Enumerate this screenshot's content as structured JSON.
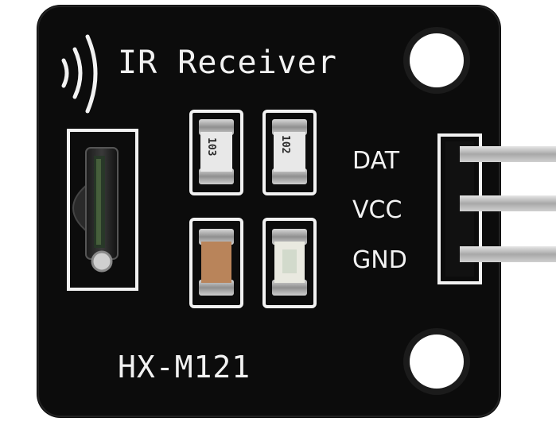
{
  "board": {
    "title": "IR Receiver",
    "model": "HX-M121",
    "pins": [
      "DAT",
      "VCC",
      "GND"
    ],
    "resistor_codes": [
      "103",
      "102"
    ]
  },
  "colors": {
    "pcb": "#0c0c0c",
    "silkscreen": "#f2f2f2",
    "header_pin": "#bdbdbd",
    "smd_body": "#8a8a8a",
    "capacitor": "#b9845a",
    "led": "#e9e9e0"
  }
}
